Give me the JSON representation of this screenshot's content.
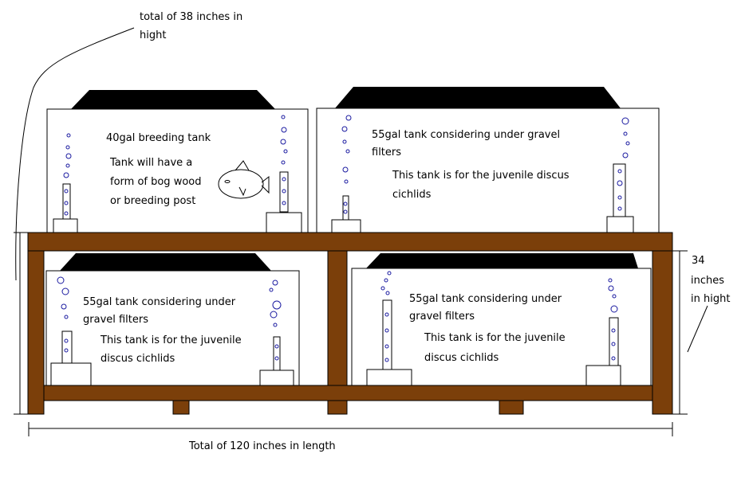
{
  "annotations": {
    "total_height": [
      "total of 38 inches in",
      "hight"
    ],
    "stand_height": [
      "34",
      "inches",
      "in hight"
    ],
    "total_length": "Total of 120 inches in length"
  },
  "tanks": [
    {
      "id": "top-left",
      "title": "40gal breeding tank",
      "lines": [
        "Tank will have a",
        "form of bog wood",
        "or breeding post"
      ]
    },
    {
      "id": "top-right",
      "title": [
        "55gal tank considering under gravel",
        "filters"
      ],
      "lines": [
        "This tank is for the juvenile discus",
        "cichlids"
      ]
    },
    {
      "id": "bottom-left",
      "title": [
        "55gal tank considering under",
        "gravel filters"
      ],
      "lines": [
        "This tank is for the juvenile",
        "discus cichlids"
      ]
    },
    {
      "id": "bottom-right",
      "title": [
        "55gal tank considering under",
        "gravel filters"
      ],
      "lines": [
        "This tank is for the juvenile",
        "discus cichlids"
      ]
    }
  ],
  "colors": {
    "wood": "#7b3f0a",
    "bubbles": "#1a1aa0"
  }
}
